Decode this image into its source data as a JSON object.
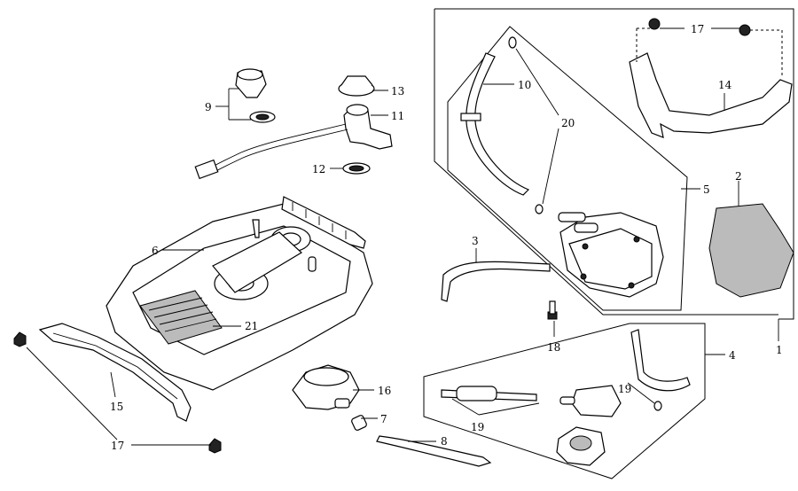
{
  "parts": [
    {
      "id": "p1",
      "text": "1"
    },
    {
      "id": "p2",
      "text": "2"
    },
    {
      "id": "p3",
      "text": "3"
    },
    {
      "id": "p4",
      "text": "4"
    },
    {
      "id": "p5",
      "text": "5"
    },
    {
      "id": "p6",
      "text": "6"
    },
    {
      "id": "p7",
      "text": "7"
    },
    {
      "id": "p8",
      "text": "8"
    },
    {
      "id": "p9",
      "text": "9"
    },
    {
      "id": "p10",
      "text": "10"
    },
    {
      "id": "p11",
      "text": "11"
    },
    {
      "id": "p12",
      "text": "12"
    },
    {
      "id": "p13",
      "text": "13"
    },
    {
      "id": "p14",
      "text": "14"
    },
    {
      "id": "p15",
      "text": "15"
    },
    {
      "id": "p16",
      "text": "16"
    },
    {
      "id": "p17a",
      "text": "17"
    },
    {
      "id": "p17b",
      "text": "17"
    },
    {
      "id": "p18",
      "text": "18"
    },
    {
      "id": "p19a",
      "text": "19"
    },
    {
      "id": "p19b",
      "text": "19"
    },
    {
      "id": "p20",
      "text": "20"
    },
    {
      "id": "p21",
      "text": "21"
    }
  ]
}
